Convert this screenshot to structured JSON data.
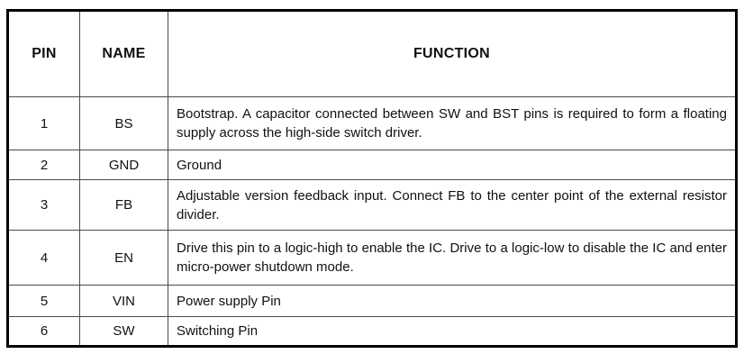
{
  "table": {
    "headers": [
      "PIN",
      "NAME",
      "FUNCTION"
    ],
    "rows": [
      {
        "pin": "1",
        "name": "BS",
        "function": "Bootstrap. A capacitor connected between SW and BST pins is required to form a floating supply across the high-side switch driver."
      },
      {
        "pin": "2",
        "name": "GND",
        "function": "Ground"
      },
      {
        "pin": "3",
        "name": "FB",
        "function": "Adjustable version feedback input. Connect FB to the center point of the external resistor divider."
      },
      {
        "pin": "4",
        "name": "EN",
        "function": "Drive this pin to a logic-high to enable the IC. Drive to a logic-low to disable the IC and enter micro-power shutdown mode."
      },
      {
        "pin": "5",
        "name": "VIN",
        "function": "Power supply Pin"
      },
      {
        "pin": "6",
        "name": "SW",
        "function": "Switching Pin"
      }
    ]
  }
}
